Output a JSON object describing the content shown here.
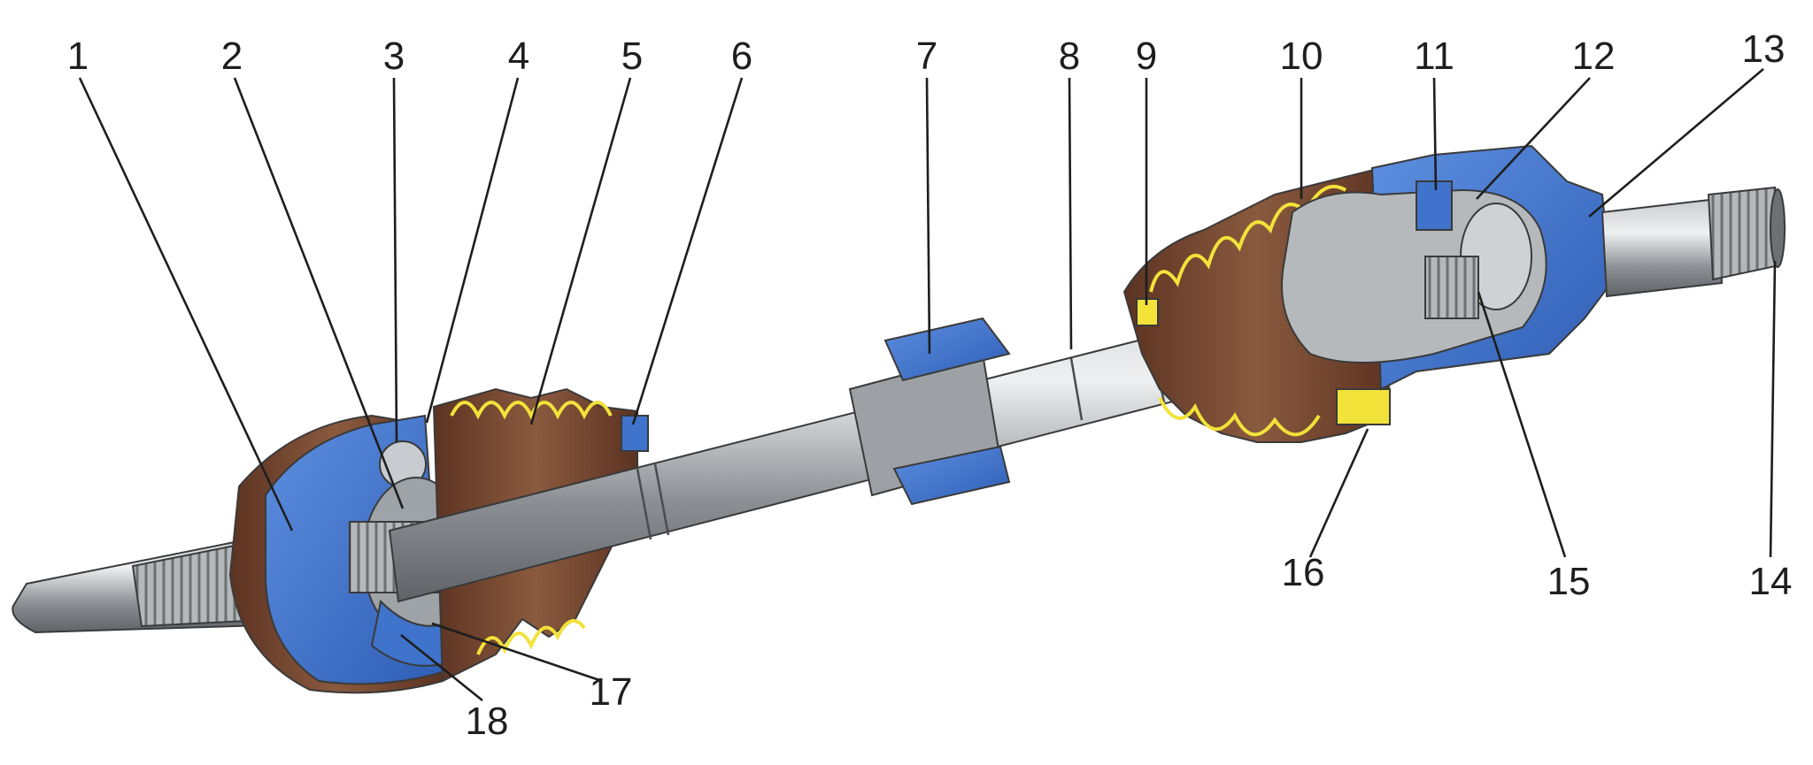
{
  "diagram": {
    "callouts": [
      {
        "id": "1",
        "label": "1"
      },
      {
        "id": "2",
        "label": "2"
      },
      {
        "id": "3",
        "label": "3"
      },
      {
        "id": "4",
        "label": "4"
      },
      {
        "id": "5",
        "label": "5"
      },
      {
        "id": "6",
        "label": "6"
      },
      {
        "id": "7",
        "label": "7"
      },
      {
        "id": "8",
        "label": "8"
      },
      {
        "id": "9",
        "label": "9"
      },
      {
        "id": "10",
        "label": "10"
      },
      {
        "id": "11",
        "label": "11"
      },
      {
        "id": "12",
        "label": "12"
      },
      {
        "id": "13",
        "label": "13"
      },
      {
        "id": "14",
        "label": "14"
      },
      {
        "id": "15",
        "label": "15"
      },
      {
        "id": "16",
        "label": "16"
      },
      {
        "id": "17",
        "label": "17"
      },
      {
        "id": "18",
        "label": "18"
      }
    ],
    "colors": {
      "housing_blue": "#3f73cc",
      "shaft_gray": "#8f9396",
      "boot_brown": "#7a4a33",
      "spring_yellow": "#f2e23a",
      "line": "#1e1e1e"
    }
  }
}
